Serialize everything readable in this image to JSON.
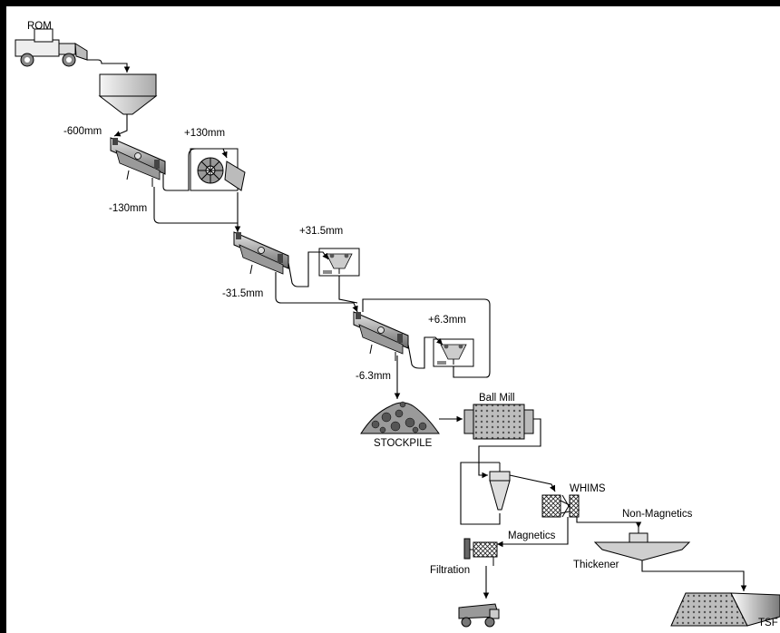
{
  "diagram": {
    "labels": {
      "rom": "ROM",
      "minus600": "-600mm",
      "plus130": "+130mm",
      "minus130": "-130mm",
      "plus31_5": "+31.5mm",
      "minus31_5": "-31.5mm",
      "plus6_3": "+6.3mm",
      "minus6_3": "-6.3mm",
      "stockpile": "STOCKPILE",
      "ball_mill": "Ball Mill",
      "whims": "WHIMS",
      "non_magnetics": "Non-Magnetics",
      "magnetics": "Magnetics",
      "filtration": "Filtration",
      "thickener": "Thickener",
      "tsf": "TSF"
    },
    "icons": [
      "loader-icon",
      "hopper-icon",
      "vibrating-screen-icon",
      "jaw-crusher-icon",
      "cone-crusher-icon",
      "stockpile-icon",
      "ball-mill-icon",
      "hydrocyclone-icon",
      "magnetic-separator-icon",
      "thickener-icon",
      "filter-press-icon",
      "haul-truck-icon",
      "tailings-storage-icon"
    ]
  }
}
